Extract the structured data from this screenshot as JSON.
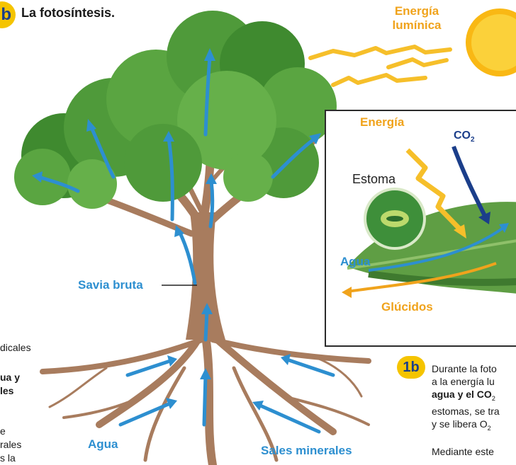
{
  "colors": {
    "accent_blue": "#2d8fd0",
    "accent_orange": "#f0a31c",
    "badge_yellow": "#f5c400",
    "navy": "#1b3e8a",
    "foliage": "#4f9a3a",
    "trunk": "#a87c5e"
  },
  "title": {
    "badge": "b",
    "text": "La fotosíntesis."
  },
  "energy": {
    "line1": "Energía",
    "line2": "lumínica"
  },
  "inset": {
    "energy": "Energía",
    "co2": "CO",
    "co2_sub": "2",
    "estoma": "Estoma",
    "agua": "Agua",
    "glucidos": "Glúcidos"
  },
  "tree": {
    "savia_bruta": "Savia bruta",
    "agua": "Agua",
    "sales_minerales": "Sales minerales"
  },
  "left_fragments": [
    "dicales",
    "ua y",
    "les",
    "e",
    "rales",
    "s la"
  ],
  "caption": {
    "badge": "1b",
    "line1": "Durante la foto",
    "line2": "a la energía lu",
    "line3": "agua y el CO",
    "line3_sub": "2",
    "line4": "estomas, se tra",
    "line5": "y se libera O",
    "line5_sub": "2",
    "line6": "Mediante este"
  }
}
